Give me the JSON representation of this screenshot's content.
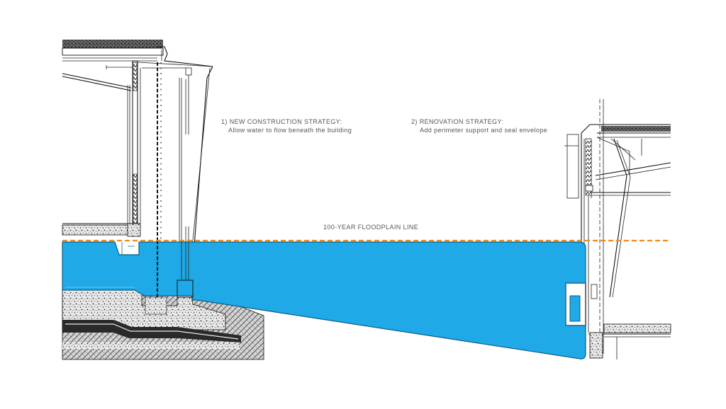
{
  "annotations": {
    "new_construction": {
      "title": "1) NEW CONSTRUCTION STRATEGY:",
      "subtitle": "Allow water to flow beneath the building"
    },
    "renovation": {
      "title": "2) RENOVATION STRATEGY:",
      "subtitle": "Add perimeter support and seal envelope"
    },
    "floodplain_label": "100-YEAR FLOODPLAIN LINE"
  },
  "colors": {
    "water": "#1fa9e6",
    "water_edge": "#0b5f8a",
    "floodplain_line": "#f08a1c",
    "linework": "#222222",
    "text": "#555555"
  },
  "icons": [
    "drainage-chain-icon"
  ]
}
